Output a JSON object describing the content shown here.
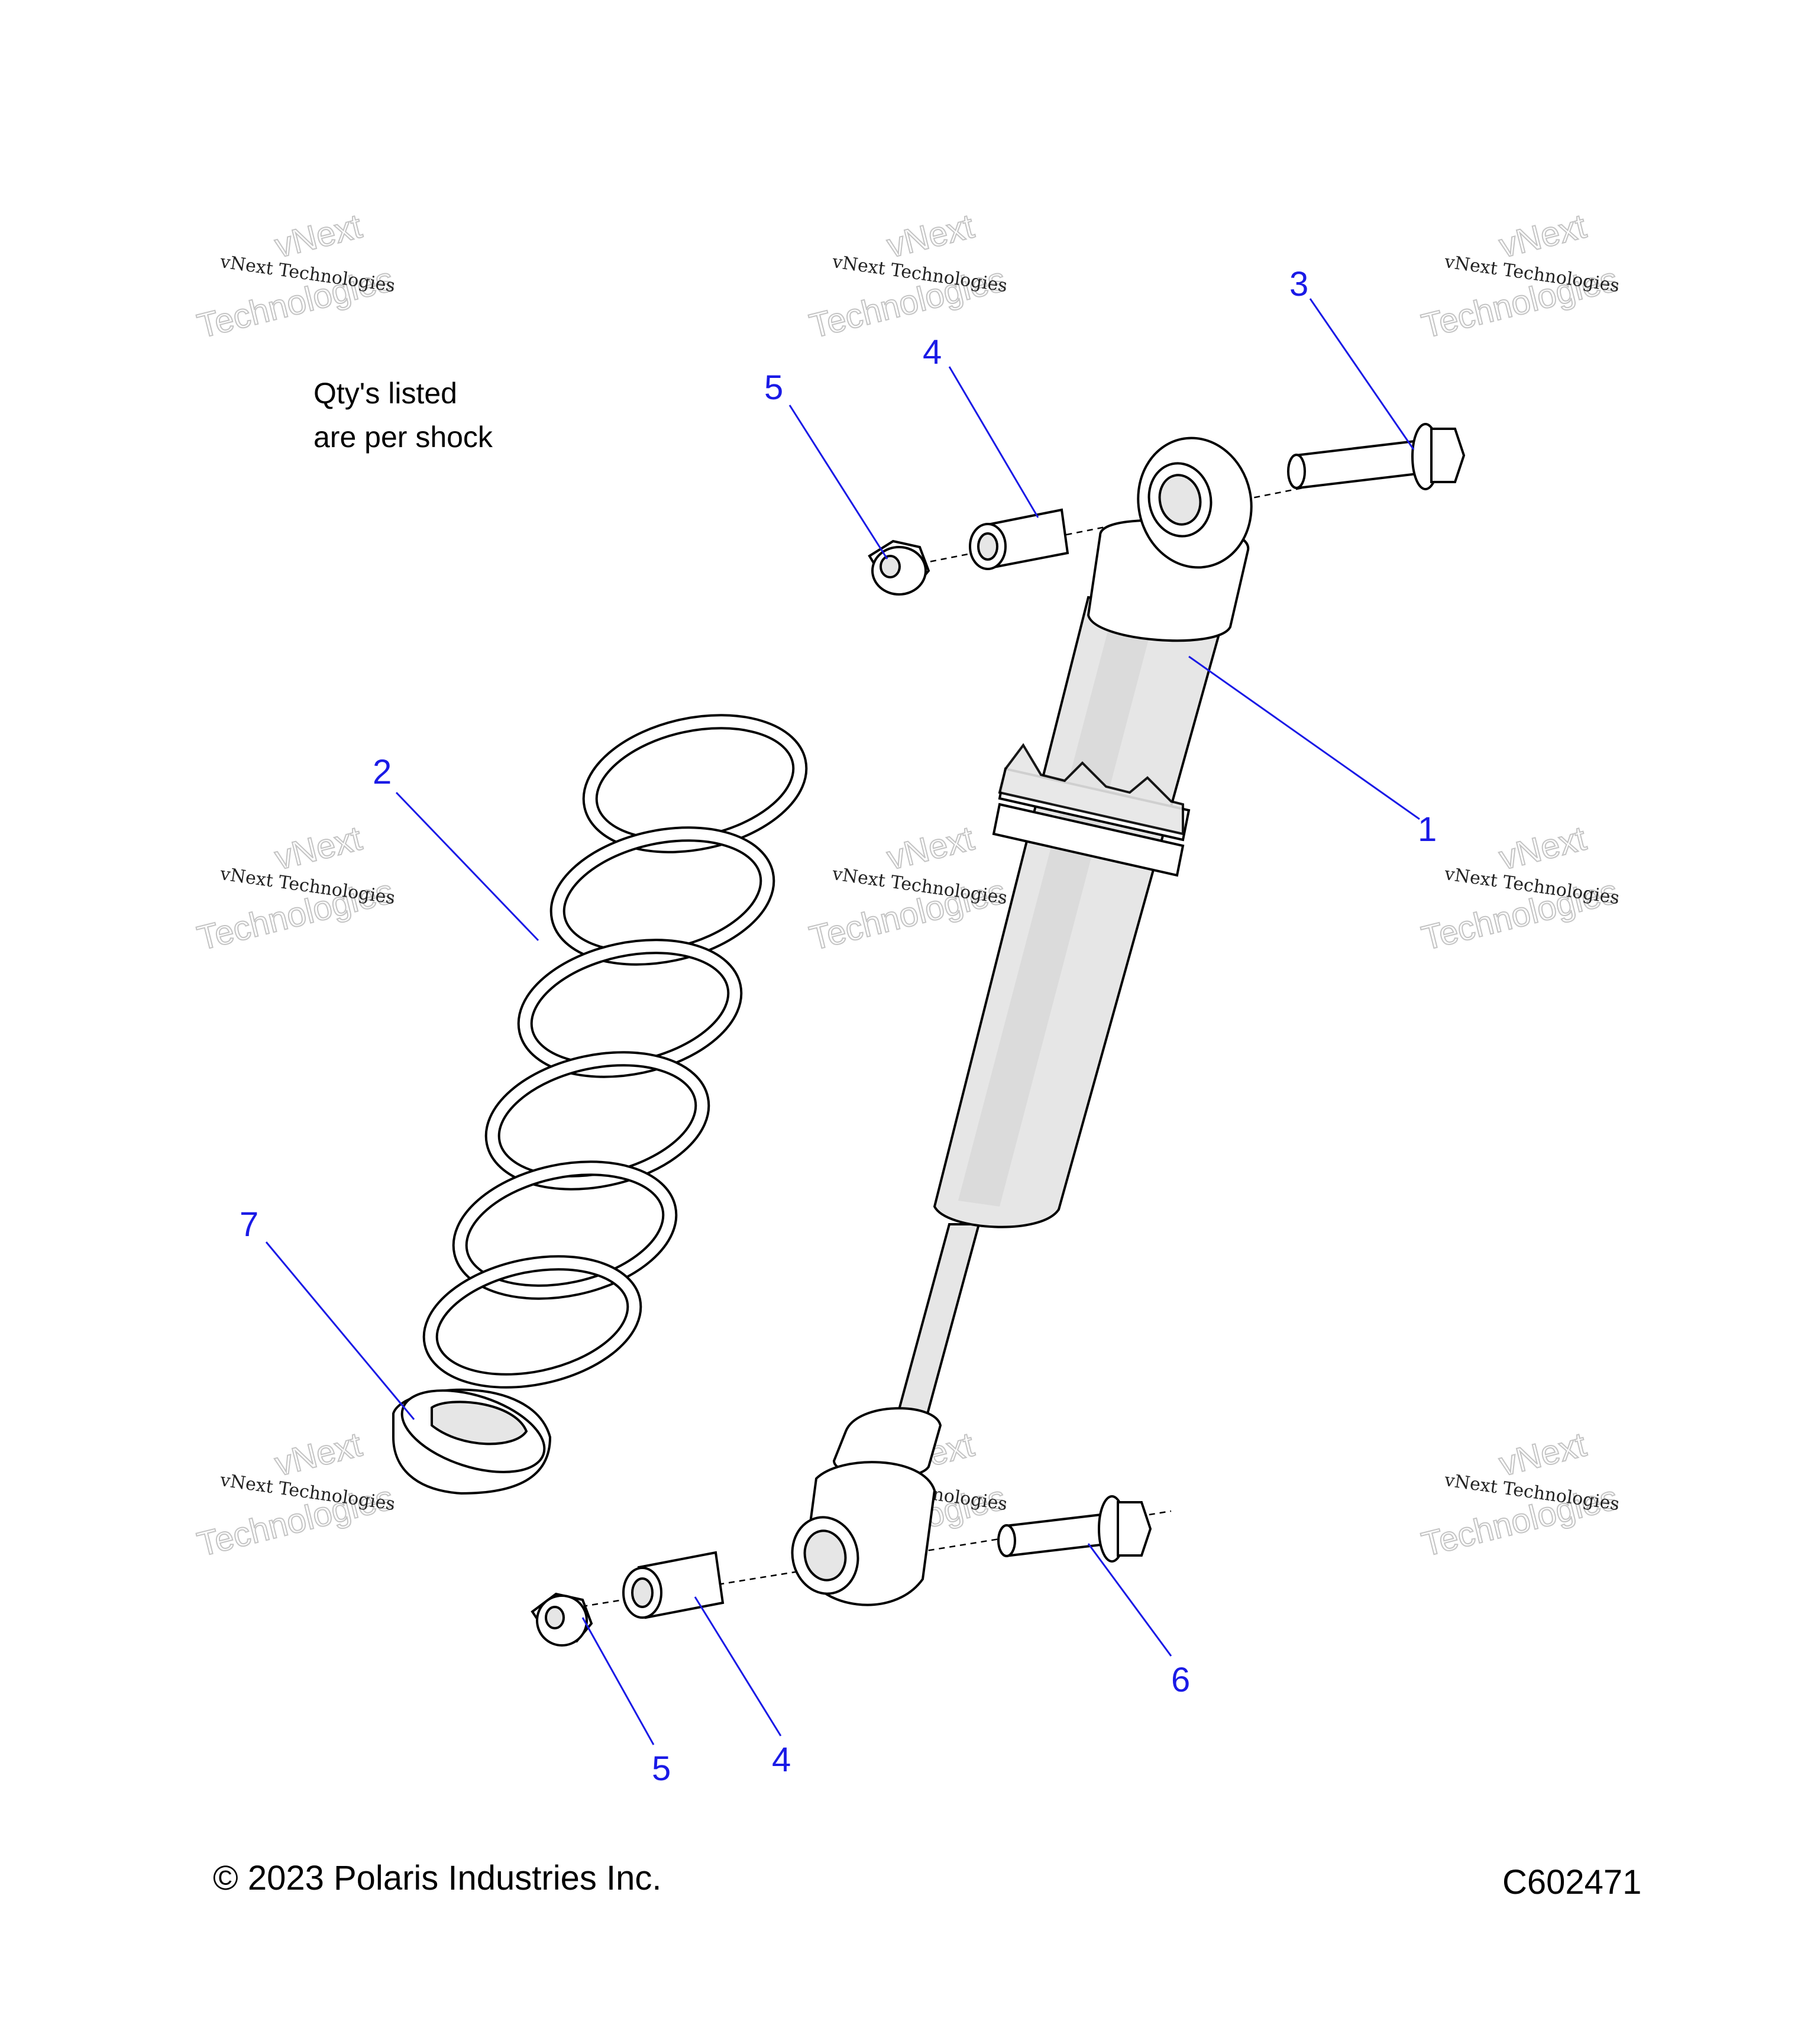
{
  "note": {
    "line1": "Qty's listed",
    "line2": "are per shock"
  },
  "callouts": [
    {
      "id": "1",
      "text": "1"
    },
    {
      "id": "2",
      "text": "2"
    },
    {
      "id": "3",
      "text": "3"
    },
    {
      "id": "4a",
      "text": "4"
    },
    {
      "id": "5a",
      "text": "5"
    },
    {
      "id": "4b",
      "text": "4"
    },
    {
      "id": "5b",
      "text": "5"
    },
    {
      "id": "6",
      "text": "6"
    },
    {
      "id": "7",
      "text": "7"
    }
  ],
  "footer": {
    "copyright": "© 2023 Polaris Industries Inc.",
    "code": "C602471"
  },
  "watermark": {
    "small": "vNext Technologies",
    "big_line1": "vNext",
    "big_line2": "Technologies"
  },
  "colors": {
    "callout": "#1a1ae6",
    "outline": "#000000"
  }
}
